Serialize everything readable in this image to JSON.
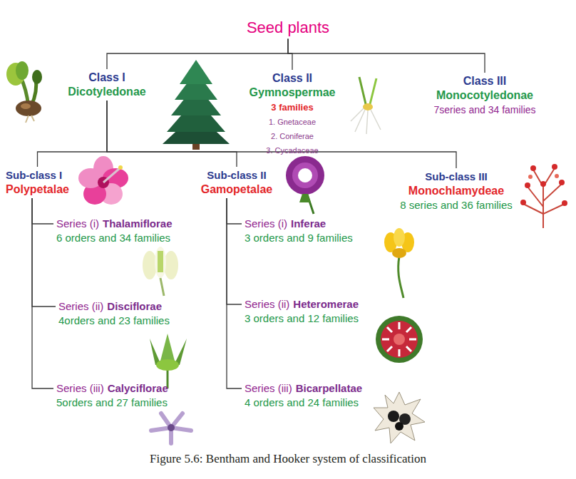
{
  "diagram": {
    "caption": "Figure 5.6: Bentham and Hooker system of classification",
    "nodes": [
      {
        "text": [
          "Seed plants"
        ]
      },
      {
        "text": [
          "Class I",
          "Dicotyledonae"
        ]
      },
      {
        "text": [
          "Class II",
          "Gymnospermae",
          "3 families",
          "1. Gnetaceae",
          "2. Coniferae",
          "3. Cycadaceae"
        ]
      },
      {
        "text": [
          "Class III",
          "Monocotyledonae",
          "7series and 34 families"
        ]
      },
      {
        "text": [
          "Sub-class I",
          "Polypetalae"
        ]
      },
      {
        "text": [
          "Sub-class II",
          "Gamopetalae"
        ]
      },
      {
        "text": [
          "Sub-class III",
          "Monochlamydeae",
          "8 series and 36 families"
        ]
      },
      {
        "text": [
          "Series (i)",
          "Thalamiflorae",
          "6 orders and 34 families"
        ]
      },
      {
        "text": [
          "Series (ii)",
          "Disciflorae",
          "4orders and 23 families"
        ]
      },
      {
        "text": [
          "Series (iii)",
          "Calyciflorae",
          "5orders and 27 families"
        ]
      },
      {
        "text": [
          "Series (i)",
          "Inferae",
          "3 orders and 9 families"
        ]
      },
      {
        "text": [
          "Series (ii)",
          "Heteromerae",
          "3 orders and 12 families"
        ]
      },
      {
        "text": [
          "Series (iii)",
          "Bicarpellatae",
          "4 orders and 24 families"
        ]
      }
    ],
    "edges": [
      {
        "from": 0,
        "to": 1,
        "arrow": "none"
      },
      {
        "from": 0,
        "to": 2,
        "arrow": "none"
      },
      {
        "from": 0,
        "to": 3,
        "arrow": "none"
      },
      {
        "from": 1,
        "to": 4,
        "arrow": "none"
      },
      {
        "from": 1,
        "to": 5,
        "arrow": "none"
      },
      {
        "from": 1,
        "to": 6,
        "arrow": "none"
      },
      {
        "from": 4,
        "to": 7,
        "arrow": "none"
      },
      {
        "from": 4,
        "to": 8,
        "arrow": "none"
      },
      {
        "from": 4,
        "to": 9,
        "arrow": "none"
      },
      {
        "from": 5,
        "to": 10,
        "arrow": "none"
      },
      {
        "from": 5,
        "to": 11,
        "arrow": "none"
      },
      {
        "from": 5,
        "to": 12,
        "arrow": "none"
      }
    ]
  }
}
